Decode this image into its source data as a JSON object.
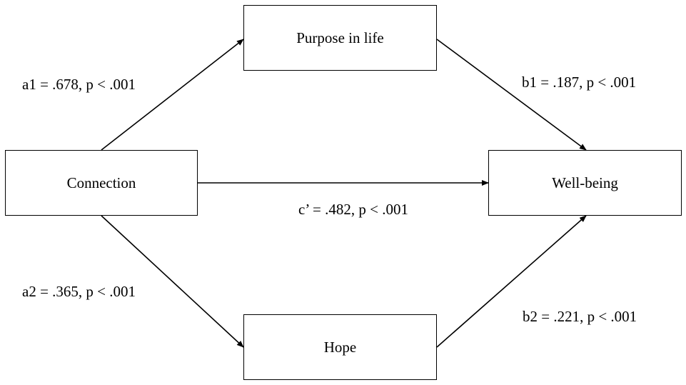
{
  "nodes": {
    "purpose": "Purpose in life",
    "connection": "Connection",
    "wellbeing": "Well-being",
    "hope": "Hope"
  },
  "paths": {
    "a1": "a1 = .678, p < .001",
    "b1": "b1 = .187, p < .001",
    "c_prime": "c’ = .482, p < .001",
    "a2": "a2 = .365, p < .001",
    "b2": "b2 = .221, p < .001"
  }
}
